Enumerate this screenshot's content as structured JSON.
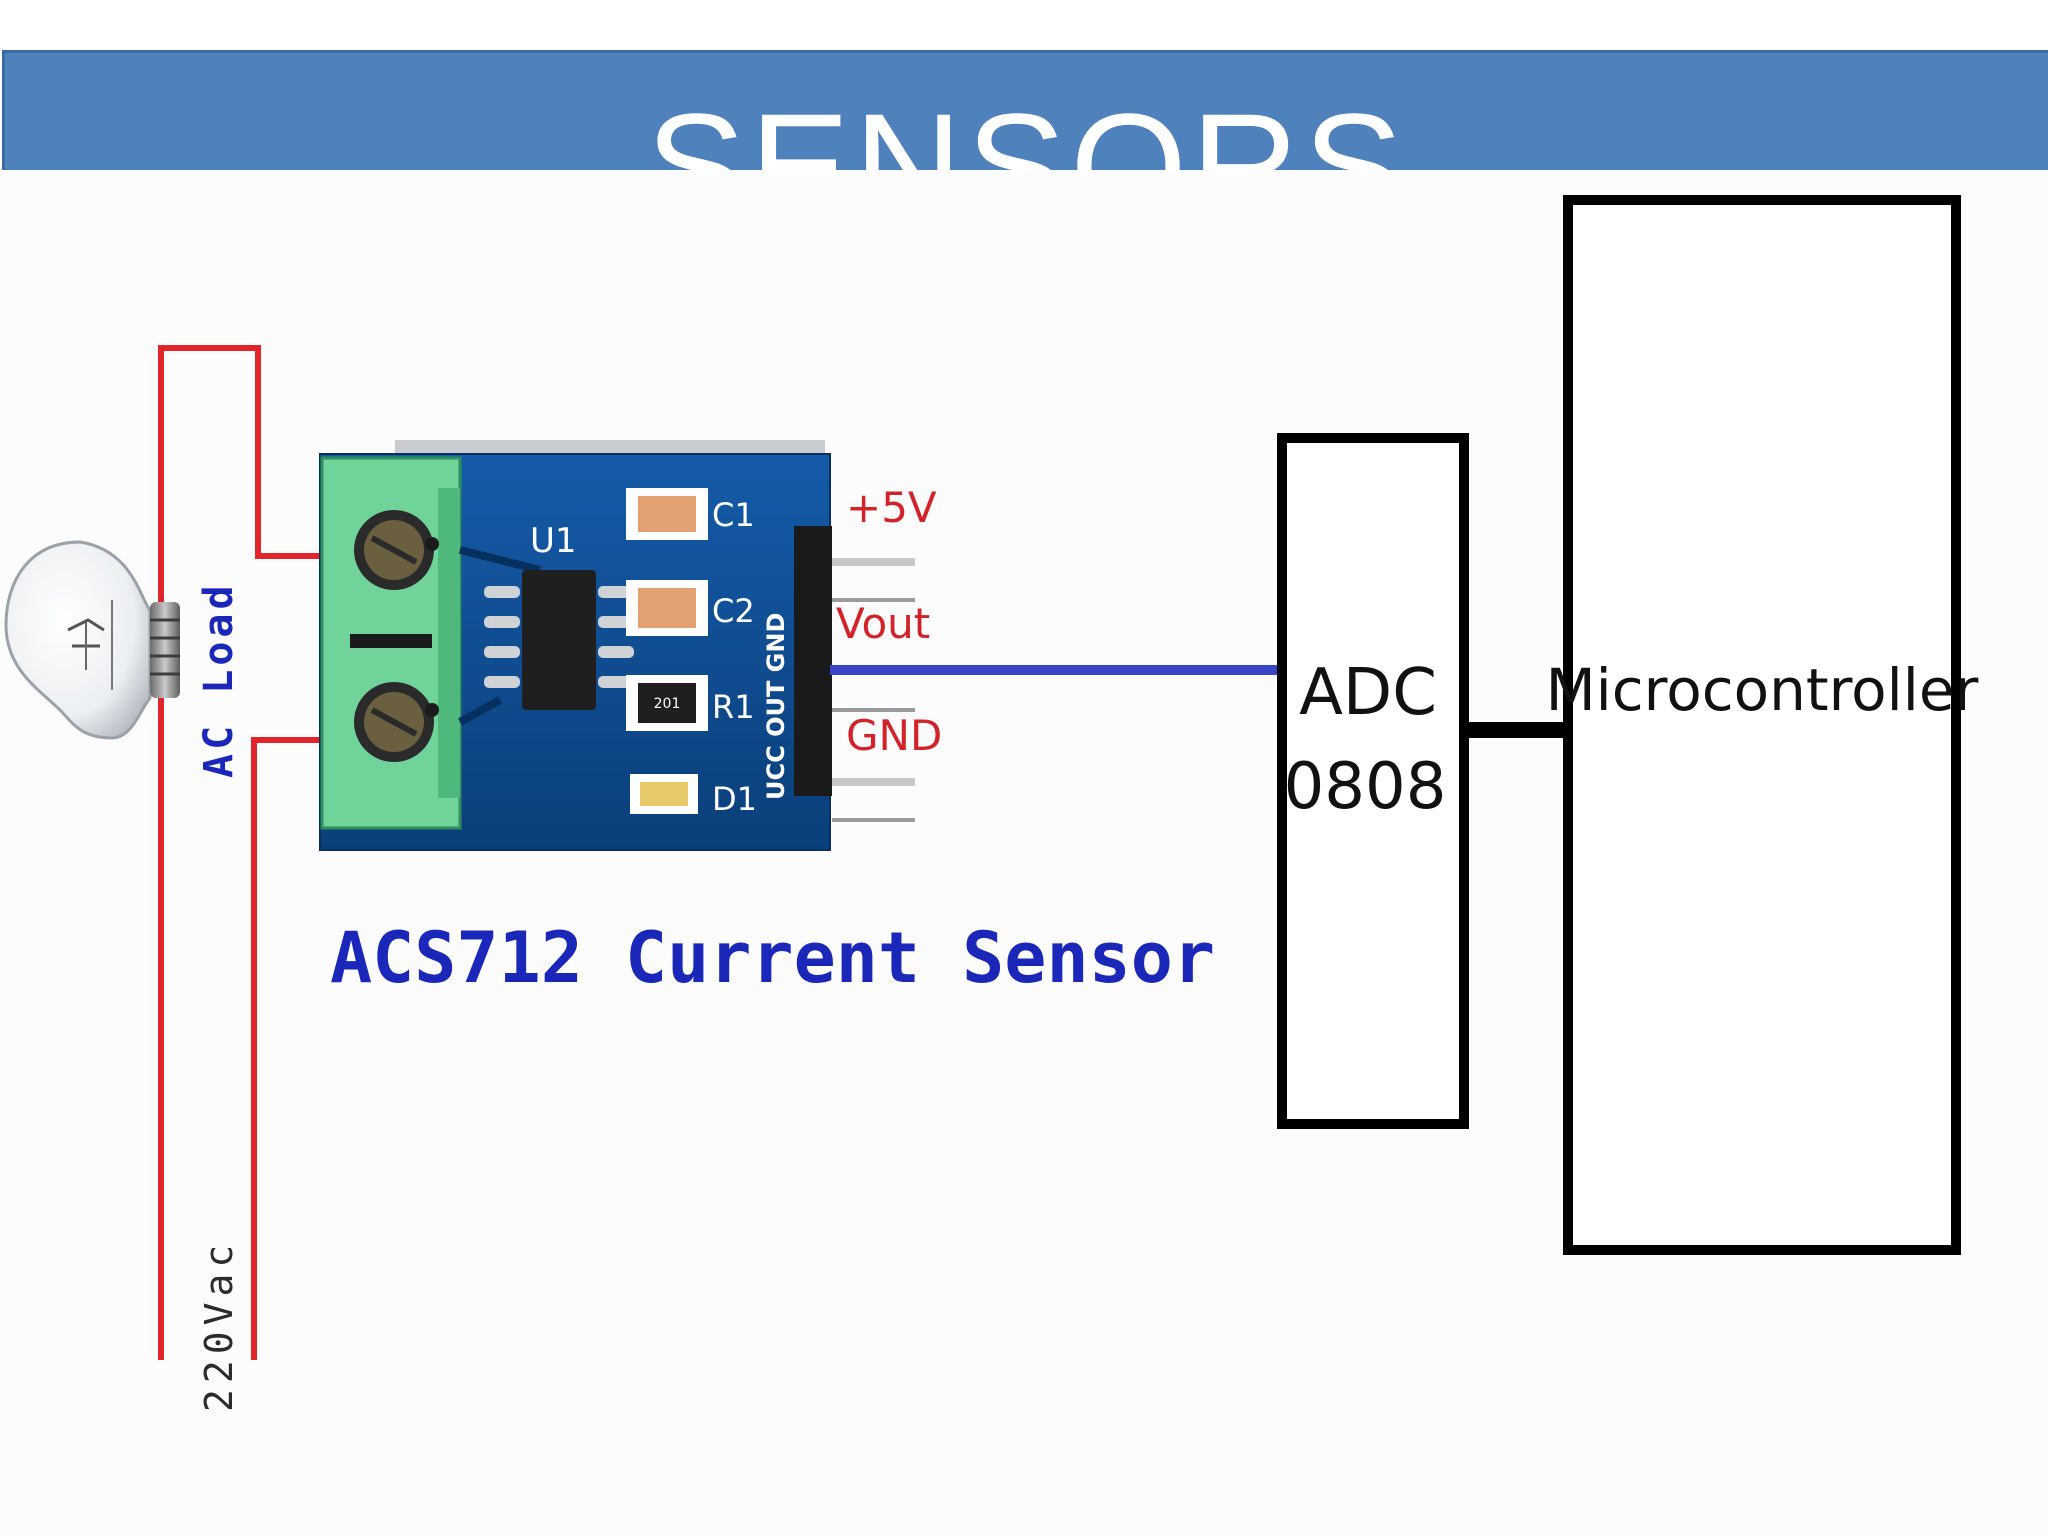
{
  "slide": {
    "title": "SENSORS"
  },
  "diagram": {
    "supply_label": "220Vac",
    "load_label": "AC Load",
    "sensor_caption": "ACS712 Current Sensor",
    "board": {
      "u1": "U1",
      "c1": "C1",
      "c2": "C2",
      "r1": "R1",
      "d1": "D1",
      "pins": "UCC OUT GND",
      "r1_code": "201"
    },
    "pins": {
      "plus5v": "+5V",
      "vout": "Vout",
      "gnd": "GND"
    },
    "adc": {
      "line1": "ADC",
      "line2": "0808"
    },
    "mcu": {
      "label": "Microcontroller"
    },
    "colors": {
      "title_bar": "#4f81bd",
      "ac_wire": "#e0262b",
      "signal_wire": "#3a44c7",
      "pcb": "#0d4a8c",
      "terminal": "#6fd39a",
      "pin_label": "#d2232a",
      "caption": "#1a27b8"
    }
  }
}
